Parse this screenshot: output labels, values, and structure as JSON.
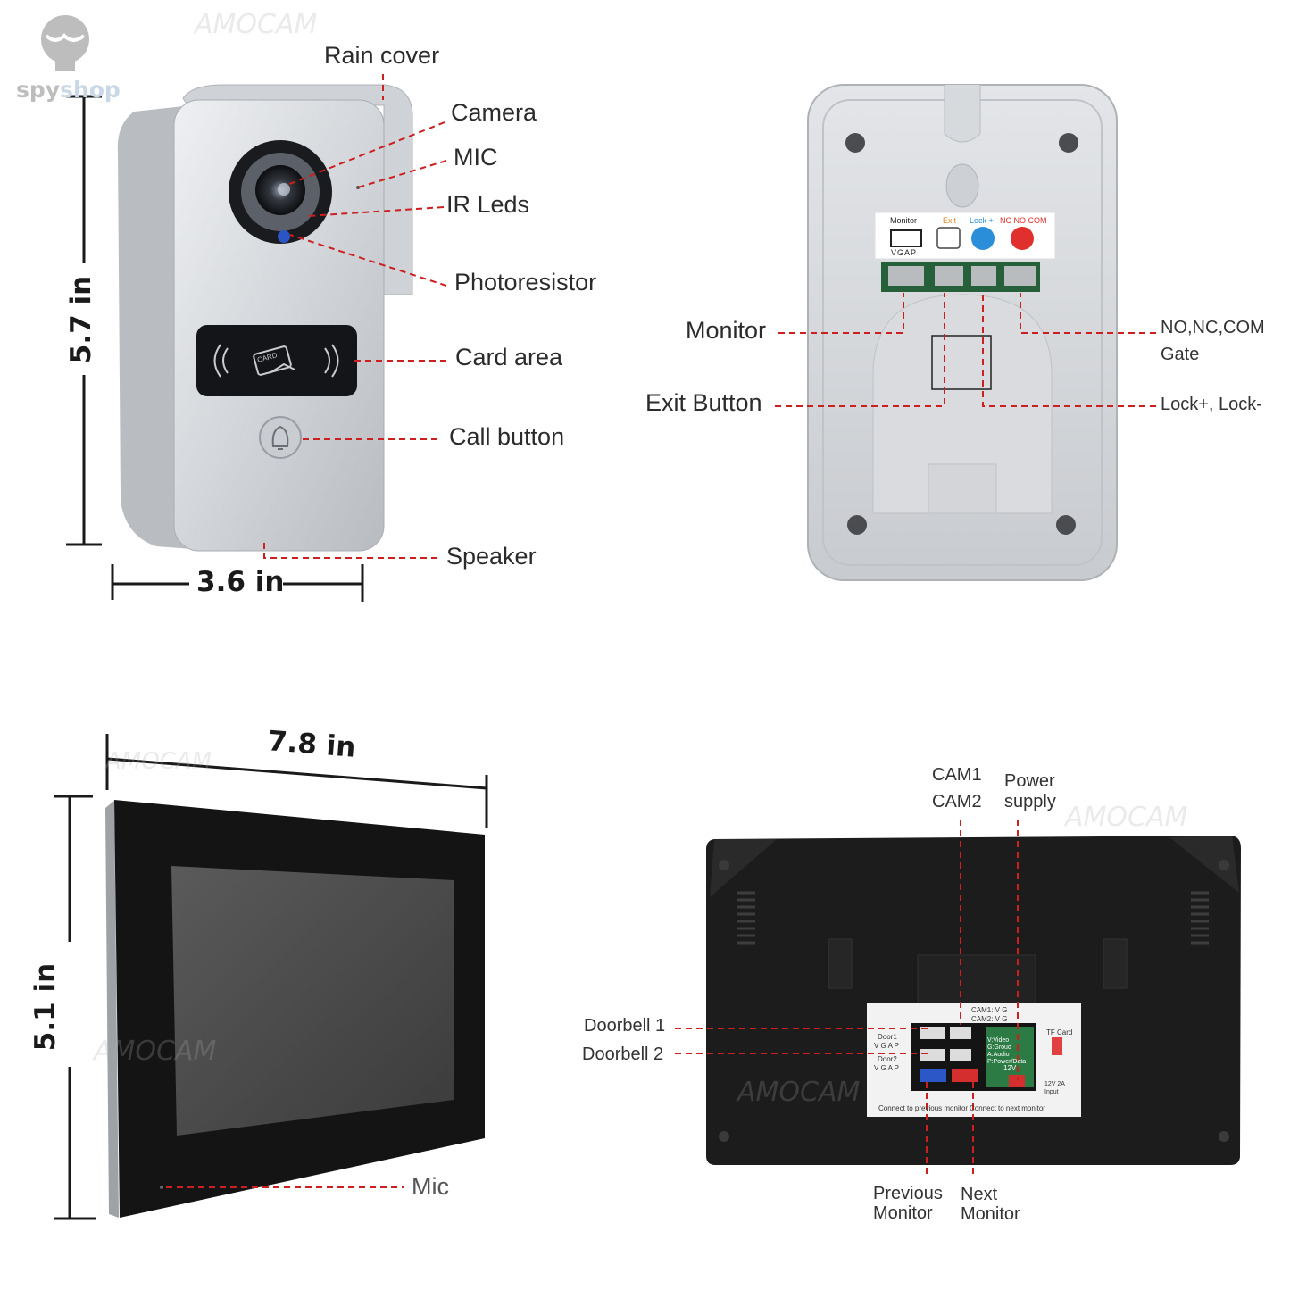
{
  "brand": {
    "part1": "spy",
    "part2": "shop",
    "logo_icon": "spy-mascot-icon"
  },
  "watermark": "AMOCAM",
  "doorbell_front": {
    "height_dim": "5.7 in",
    "width_dim": "3.6 in",
    "callouts": {
      "rain_cover": "Rain cover",
      "camera": "Camera",
      "mic": "MIC",
      "ir_leds": "IR Leds",
      "photoresistor": "Photoresistor",
      "card_area": "Card area",
      "call_button": "Call button",
      "speaker": "Speaker"
    },
    "card_icon_text": "CARD"
  },
  "doorbell_back": {
    "terminal_labels": {
      "monitor": "Monitor",
      "exit": "Exit",
      "lock": "-Lock +",
      "nc_no_com": "NC NO COM",
      "vgap": "VGAP"
    },
    "callouts": {
      "monitor": "Monitor",
      "exit_button": "Exit Button",
      "no_nc_com": "NO,NC,COM",
      "gate": "Gate",
      "lock": "Lock+, Lock-"
    }
  },
  "monitor_front": {
    "width_dim": "7.8 in",
    "height_dim": "5.1 in",
    "callouts": {
      "mic": "Mic"
    }
  },
  "monitor_back": {
    "callouts": {
      "cam1": "CAM1",
      "cam2": "CAM2",
      "power_supply_1": "Power",
      "power_supply_2": "supply",
      "doorbell1": "Doorbell 1",
      "doorbell2": "Doorbell 2",
      "previous_monitor_1": "Previous",
      "previous_monitor_2": "Monitor",
      "next_monitor_1": "Next",
      "next_monitor_2": "Monitor"
    },
    "sticker": {
      "cam1": "CAM1:  V G",
      "cam2": "CAM2:  V G",
      "door1": "Door1",
      "door2": "Door2",
      "vgap": "V G A P",
      "pins": "V:Video G:Groud A:Audio P:Power/Data",
      "tf_card": "TF Card",
      "input": "12V 2A Input",
      "volt": "12V",
      "connect_prev": "Connect to previous monitor",
      "connect_next": "Connect to next monitor"
    }
  },
  "colors": {
    "callout": "#cc1f1f",
    "label": "#2b2b2b",
    "body_silver": "#d4d6d9",
    "monitor_black": "#141414"
  }
}
